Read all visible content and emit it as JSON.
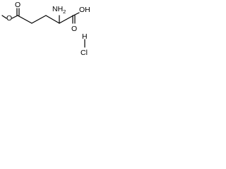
{
  "molecule": {
    "atoms": {
      "methoxy_oxygen": "O",
      "carbonyl_oxygen_ester": "O",
      "amine": "NH",
      "amine_subscript": "2",
      "hydroxyl": "OH",
      "carbonyl_oxygen_acid": "O",
      "hydrogen": "H",
      "chloride": "Cl"
    },
    "colors": {
      "bond": "#000000",
      "text": "#000000",
      "background": "#ffffff"
    }
  }
}
